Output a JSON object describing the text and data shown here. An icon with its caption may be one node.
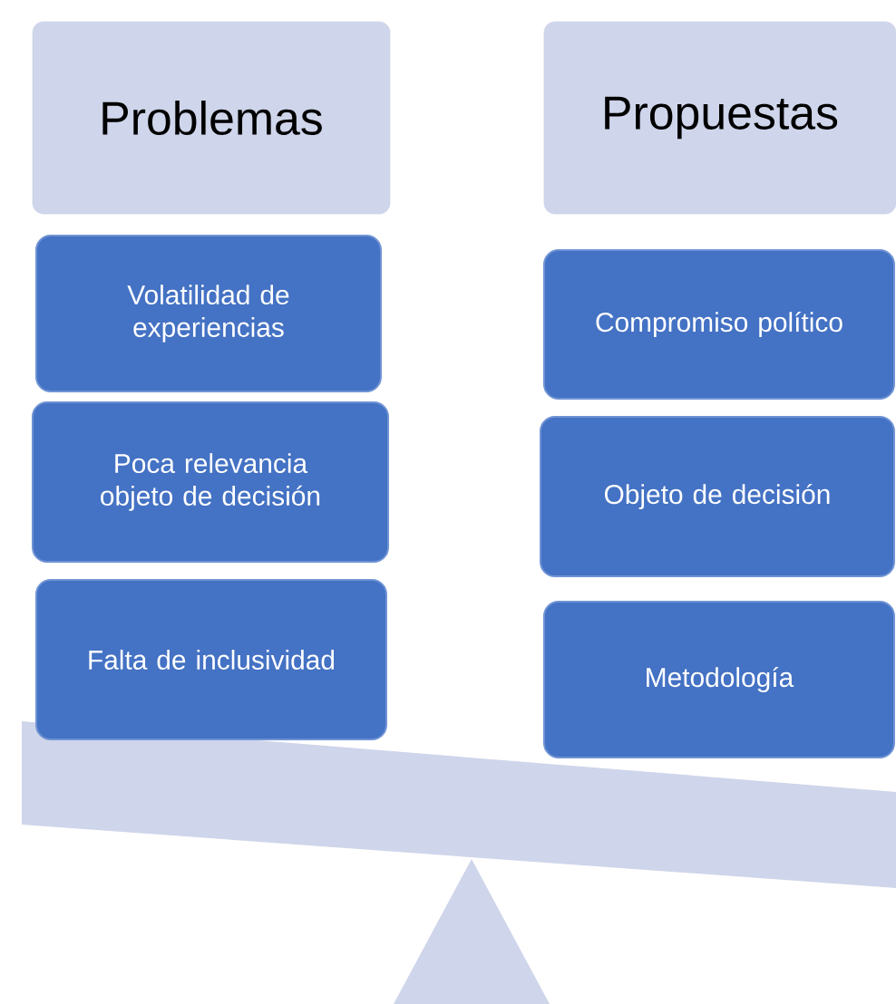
{
  "diagram": {
    "nodes": [
      {
        "text": [
          "Problemas"
        ]
      },
      {
        "text": [
          "Volatilidad de experiencias"
        ]
      },
      {
        "text": [
          "Poca relevancia objeto de decisión"
        ]
      },
      {
        "text": [
          "Falta de inclusividad"
        ]
      },
      {
        "text": [
          "Propuestas"
        ]
      },
      {
        "text": [
          "Compromiso político"
        ]
      },
      {
        "text": [
          "Objeto de decisión"
        ]
      },
      {
        "text": [
          "Metodología"
        ]
      }
    ]
  }
}
